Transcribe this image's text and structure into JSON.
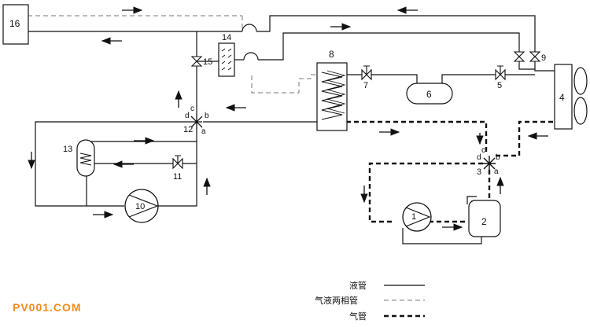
{
  "components": {
    "c1": "1",
    "c2": "2",
    "c3": "3",
    "c4": "4",
    "c5": "5",
    "c6": "6",
    "c7": "7",
    "c8": "8",
    "c9": "9",
    "c10": "10",
    "c11": "11",
    "c12": "12",
    "c13": "13",
    "c14": "14",
    "c15": "15",
    "c16": "16"
  },
  "valve3_ports": {
    "a": "a",
    "b": "b",
    "c": "c",
    "d": "d"
  },
  "valve12_ports": {
    "a": "a",
    "b": "b",
    "c": "c",
    "d": "d"
  },
  "legend": {
    "liquid": "液管",
    "two_phase": "气液两相管",
    "gas": "气管"
  },
  "watermark": "PV001.COM",
  "colors": {
    "line": "#111111",
    "dashed_two_phase": "#777777",
    "watermark": "#f08c1e"
  }
}
